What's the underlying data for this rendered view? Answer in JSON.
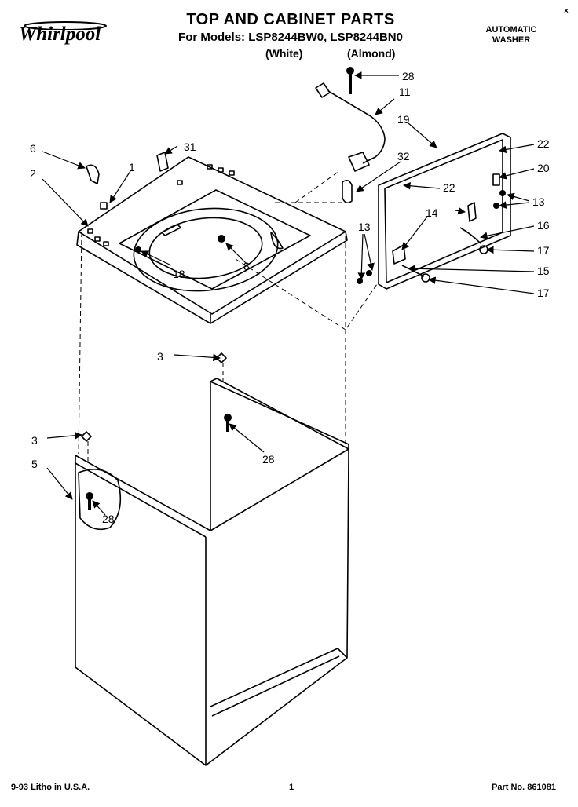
{
  "header": {
    "brand": "Whirlpool",
    "title": "TOP AND CABINET PARTS",
    "models_line": "For Models: LSP8244BW0, LSP8244BN0",
    "white_label": "(White)",
    "almond_label": "(Almond)",
    "product_line1": "AUTOMATIC",
    "product_line2": "WASHER",
    "corner_mark": "×"
  },
  "callouts": {
    "c2": "2",
    "c3a": "3",
    "c3b": "3",
    "c5": "5",
    "c6": "6",
    "c1": "1",
    "c31": "31",
    "c28a": "28",
    "c11": "11",
    "c19": "19",
    "c32": "32",
    "c22a": "22",
    "c22b": "22",
    "c20": "20",
    "c13a": "13",
    "c13b": "13",
    "c14": "14",
    "c16": "16",
    "c17a": "17",
    "c17b": "17",
    "c15": "15",
    "c8": "8",
    "c18": "18",
    "c28b": "28",
    "c28c": "28"
  },
  "footer": {
    "litho": "9-93 Litho in U.S.A.",
    "page": "1",
    "part_no": "Part No. 861081"
  }
}
